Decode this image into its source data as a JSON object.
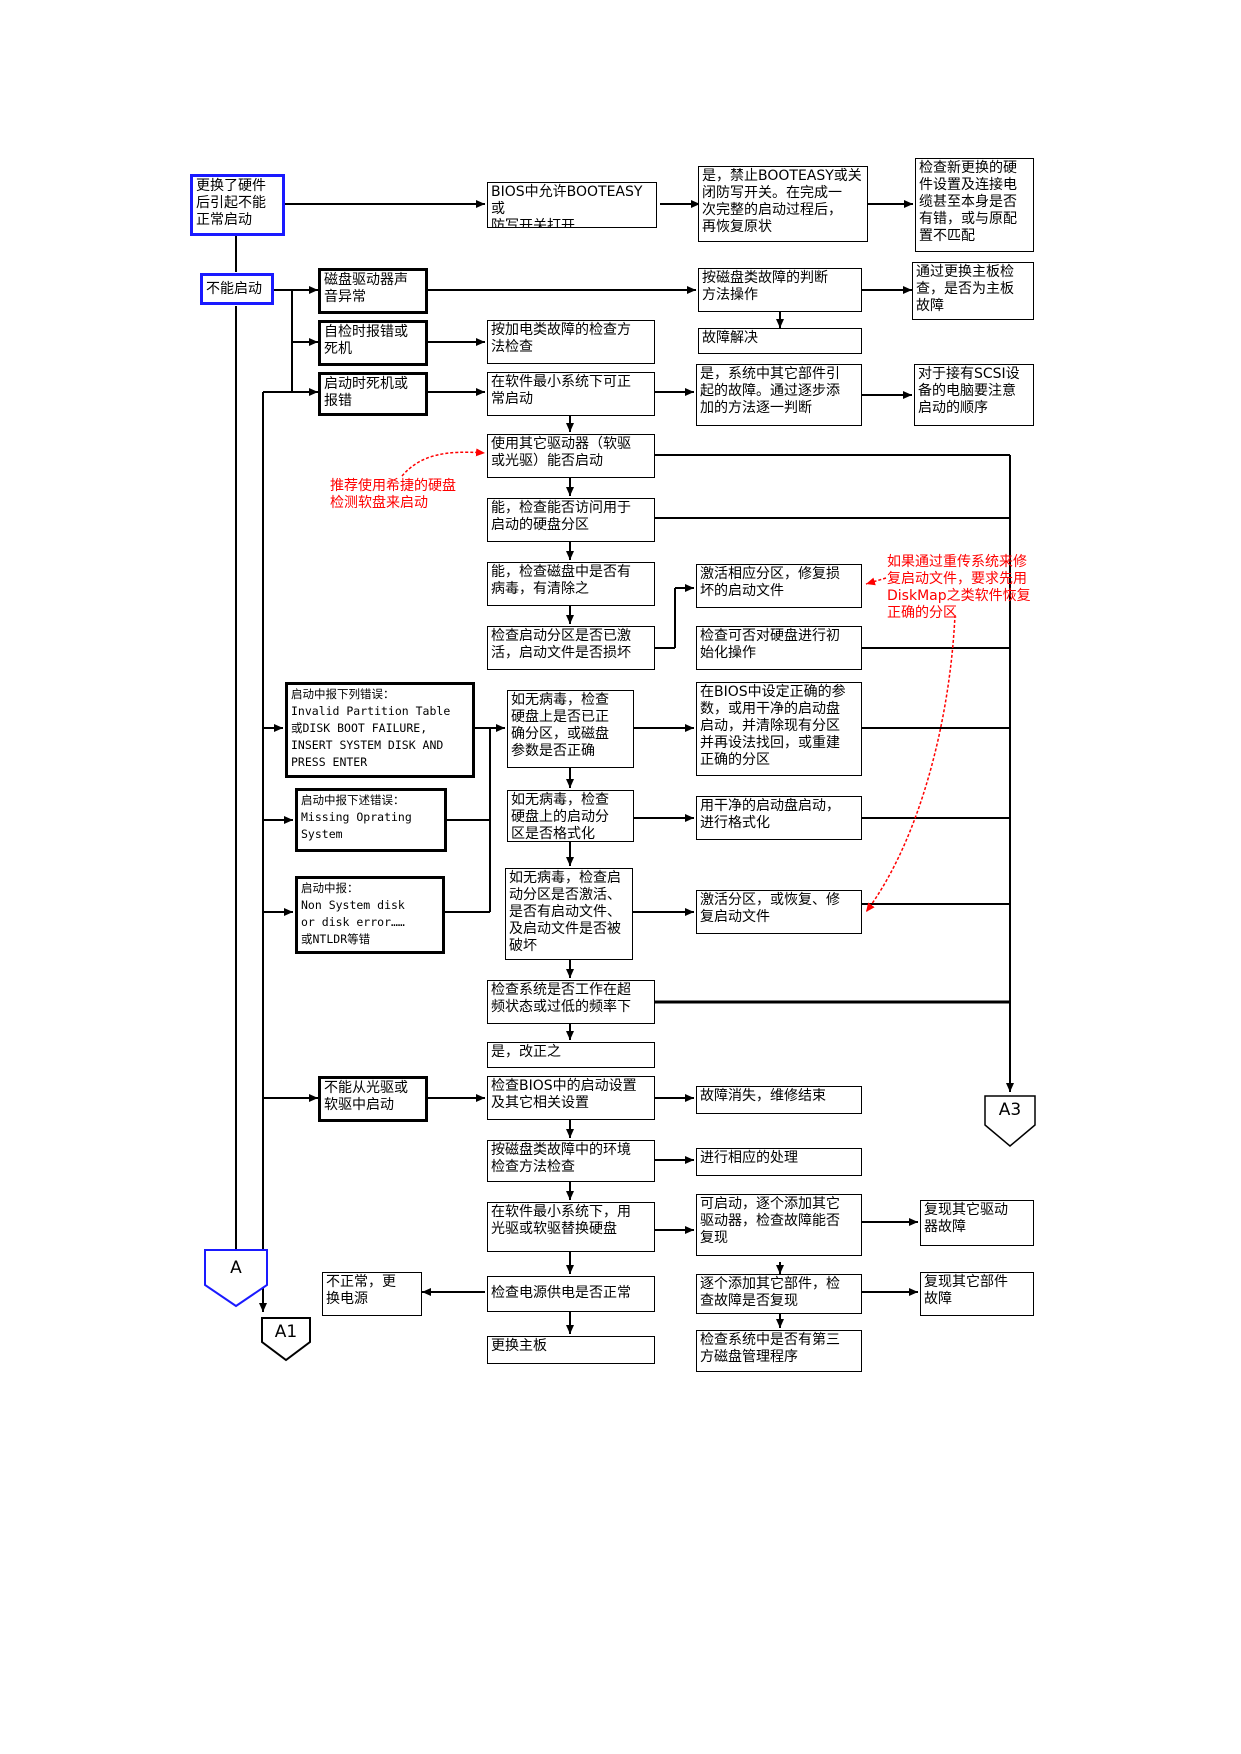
{
  "nodes": {
    "hw_change": "更换了硬件\n后引起不能\n正常启动",
    "bios_bootEasy": "BIOS中允许BOOTEASY或\n防写开关打开",
    "disable_booteasy": "是，禁止BOOTEASY或关\n闭防写开关。在完成一\n次完整的启动过程后，\n再恢复原状",
    "check_new_hw": "检查新更换的硬\n件设置及连接电\n缆甚至本身是否\n有错，或与原配\n置不匹配",
    "cannot_boot": "不能启动",
    "disk_noise": "磁盘驱动器声\n音异常",
    "disk_fault_proc": "按磁盘类故障的判断\n方法操作",
    "replace_board": "通过更换主板检\n查，是否为主板\n故障",
    "fault_solved": "故障解决",
    "post_error": "自检时报错或\n死机",
    "elec_check": "按加电类故障的检查方\n法检查",
    "boot_hang": "启动时死机或\n报错",
    "min_sys": "在软件最小系统下可正\n常启动",
    "other_part": "是，系统中其它部件引\n起的故障。通过逐步添\n加的方法逐一判断",
    "scsi_note": "对于接有SCSI设\n备的电脑要注意\n启动的顺序",
    "other_drive": "使用其它驱动器（软驱\n或光驱）能否启动",
    "access_part": "能，检查能否访问用于\n启动的硬盘分区",
    "virus_check": "能，检查磁盘中是否有\n病毒，有清除之",
    "activate_repair": "激活相应分区，修复损\n坏的启动文件",
    "check_active": "检查启动分区是否已激\n活，启动文件是否损坏",
    "init_disk": "检查可否对硬盘进行初\n始化操作",
    "err_list": "启动中报下列错误：\nInvalid Partition Table\n或DISK BOOT FAILURE,\nINSERT SYSTEM DISK AND\nPRESS ENTER",
    "no_virus_part": "如无病毒，检查\n硬盘上是否已正\n确分区，或磁盘\n参数是否正确",
    "set_bios": "在BIOS中设定正确的参\n数，或用干净的启动盘\n启动，并清除现有分区\n并再设法找回，或重建\n正确的分区",
    "err_missing": "启动中报下述错误：\nMissing Oprating\nSystem",
    "no_virus_format": "如无病毒，检查\n硬盘上的启动分\n区是否格式化",
    "clean_boot_format": "用干净的启动盘启动，\n进行格式化",
    "err_nonsys": "启动中报：\nNon System disk\nor disk error……\n或NTLDR等错",
    "no_virus_active": "如无病毒，检查启\n动分区是否激活、\n是否有启动文件、\n及启动文件是否被\n破坏",
    "activate_restore": "激活分区，或恢复、修\n复启动文件",
    "overclock": "检查系统是否工作在超\n频状态或过低的频率下",
    "correct_it": "是，改正之",
    "no_cd_boot": "不能从光驱或\n软驱中启动",
    "bios_boot_set": "检查BIOS中的启动设置\n及其它相关设置",
    "fault_gone": "故障消失，维修结束",
    "env_check": "按磁盘类故障中的环境\n检查方法检查",
    "handle": "进行相应的处理",
    "replace_hdd": "在软件最小系统下，用\n光驱或软驱替换硬盘",
    "add_drives": "可启动，逐个添加其它\n驱动器，检查故障能否\n复现",
    "drive_fault": "复现其它驱动\n器故障",
    "psu_check": "检查电源供电是否正常",
    "replace_psu": "不正常，更\n换电源",
    "add_parts": "逐个添加其它部件，检\n查故障是否复现",
    "part_fault": "复现其它部件\n故障",
    "replace_mb": "更换主板",
    "third_party": "检查系统中是否有第三\n方磁盘管理程序"
  },
  "connectors": {
    "A": "A",
    "A1": "A1",
    "A3": "A3"
  },
  "notes": {
    "recommend": "推荐使用希捷的硬盘\n检测软盘来启动",
    "if_rewrite": "如果通过重传系统来修\n复启动文件，要求先用\nDiskMap之类软件恢复\n正确的分区"
  },
  "colors": {
    "line": "#000000",
    "highlight_border": "#1a1aff",
    "note": "#ff0000"
  }
}
